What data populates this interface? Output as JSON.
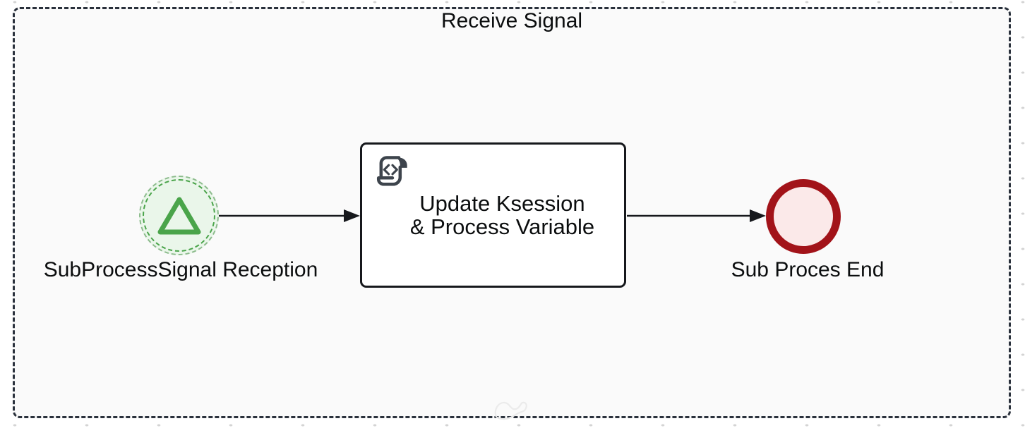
{
  "diagram": {
    "type": "bpmn-process",
    "subprocess": {
      "title": "Receive Signal",
      "border_color": "#2a313c",
      "fill_color": "#fafafa",
      "border_style": "dashed"
    },
    "nodes": [
      {
        "kind": "signal-start-event",
        "label": "SubProcessSignal Reception",
        "shape": "double-dashed-circle",
        "icon": "signal-triangle-icon",
        "stroke_color": "#4aa44a",
        "fill_color": "#eaf6ea"
      },
      {
        "kind": "script-task",
        "label": "Update Ksession & Process Variable",
        "label_lines": [
          "Update Ksession",
          "& Process Variable"
        ],
        "icon": "script-icon",
        "stroke_color": "#16181c",
        "fill_color": "#ffffff"
      },
      {
        "kind": "end-event",
        "label": "Sub Proces End",
        "shape": "thick-circle",
        "stroke_color": "#a21319",
        "fill_color": "#fbe9e9"
      }
    ],
    "edges": [
      {
        "from": "signal-start-event",
        "to": "script-task",
        "style": "solid-arrow",
        "color": "#16181c"
      },
      {
        "from": "script-task",
        "to": "end-event",
        "style": "solid-arrow",
        "color": "#16181c"
      }
    ],
    "canvas": {
      "dot_grid_color": "#d4d4d4",
      "watermark": "squiggle"
    }
  }
}
